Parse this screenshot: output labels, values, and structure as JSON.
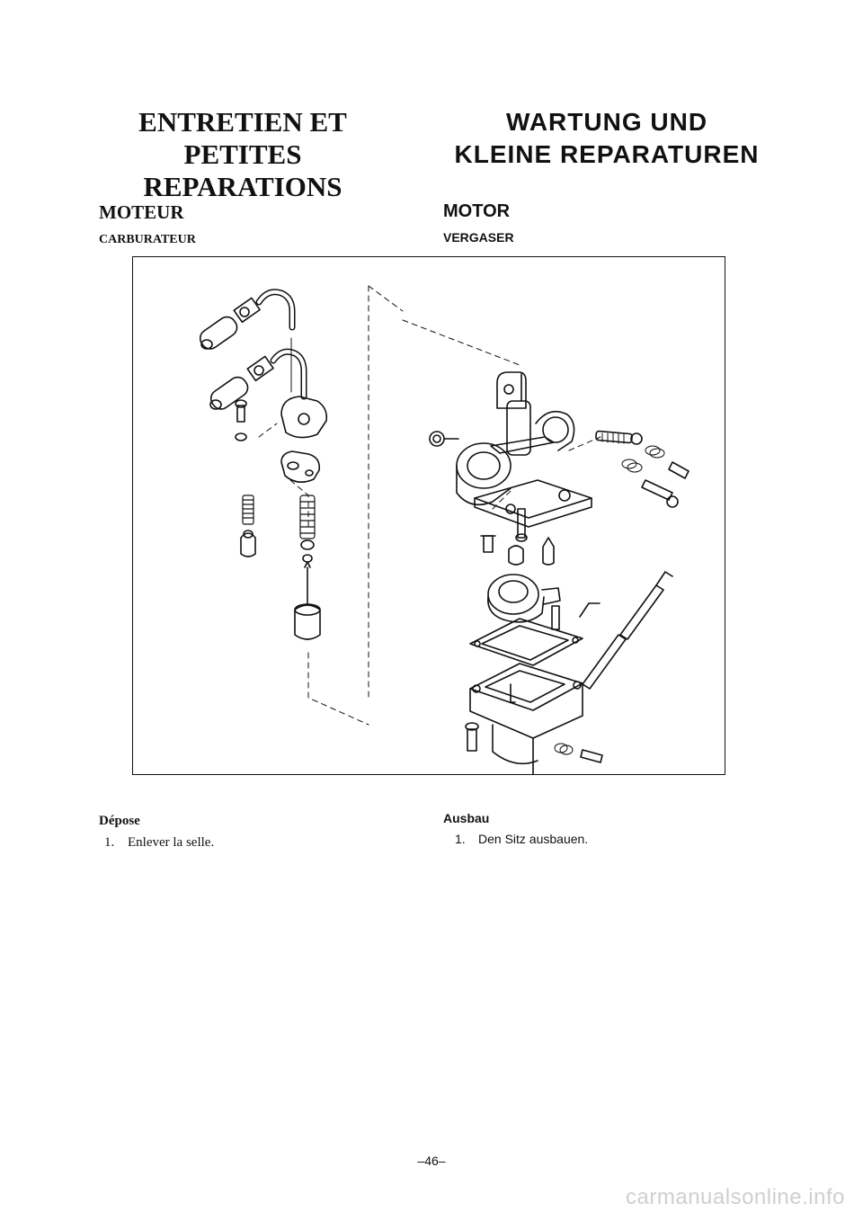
{
  "french": {
    "title_lines": [
      "ENTRETIEN ET",
      "PETITES",
      "REPARATIONS"
    ],
    "section": "MOTEUR",
    "subsection": "CARBURATEUR",
    "procedure_heading": "Dépose",
    "steps": [
      {
        "num": "1.",
        "text": "Enlever la selle."
      }
    ]
  },
  "german": {
    "title_lines": [
      "WARTUNG UND",
      "KLEINE REPARATUREN"
    ],
    "section": "MOTOR",
    "subsection": "VERGASER",
    "procedure_heading": "Ausbau",
    "steps": [
      {
        "num": "1.",
        "text": "Den Sitz ausbauen."
      }
    ]
  },
  "page_number": "–46–",
  "watermark": "carmanualsonline.info"
}
